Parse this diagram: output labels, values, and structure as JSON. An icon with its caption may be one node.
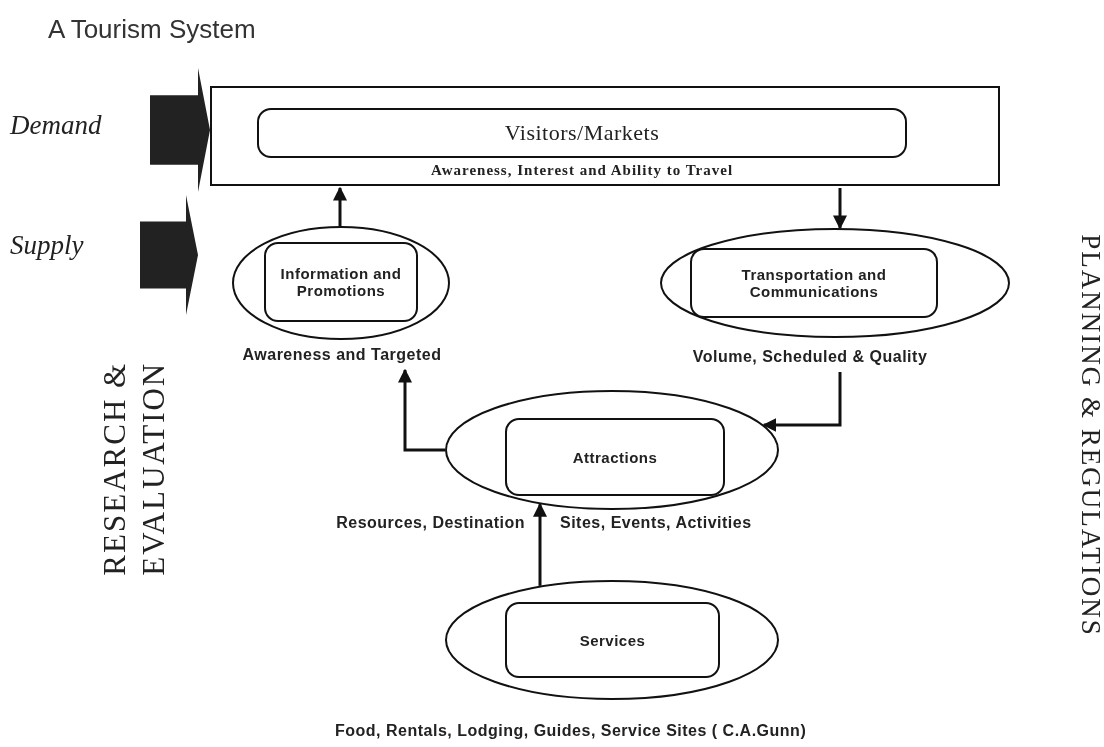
{
  "diagram": {
    "title": "A Tourism System",
    "nodes": [
      {
        "text": [
          "Awareness, Interest and Ability to Travel"
        ]
      },
      {
        "text": [
          "Visitors/Markets"
        ],
        "in": 0
      },
      {
        "text": [],
        "shape": "ellipse",
        "beside": [
          "Awareness and Targeted"
        ]
      },
      {
        "text": [
          "Information and Promotions"
        ],
        "in": 2
      },
      {
        "text": [],
        "shape": "ellipse",
        "beside": [
          "Volume, Scheduled & Quality"
        ]
      },
      {
        "text": [
          "Transportation and Communications"
        ],
        "in": 4
      },
      {
        "text": [],
        "shape": "ellipse",
        "beside": [
          "Resources, Destination",
          "Sites, Events, Activities"
        ]
      },
      {
        "text": [
          "Attractions"
        ],
        "in": 6
      },
      {
        "text": [],
        "shape": "ellipse",
        "beside": [
          "Food, Rentals, Lodging, Guides, Service Sites ( C.A.Gunn)"
        ]
      },
      {
        "text": [
          "Services"
        ],
        "in": 8
      }
    ],
    "edges": [
      {
        "from": 2,
        "to": 0,
        "arrow": "to"
      },
      {
        "from": 0,
        "to": 4,
        "arrow": "to"
      },
      {
        "from": 6,
        "to": 2,
        "arrow": "to"
      },
      {
        "from": 4,
        "to": 6,
        "arrow": "to"
      },
      {
        "from": 8,
        "to": 6,
        "arrow": "to"
      }
    ],
    "labels": [
      "Demand",
      "Supply",
      "RESEARCH & EVALUATION",
      "PLANNING & REGULATIONS"
    ]
  }
}
